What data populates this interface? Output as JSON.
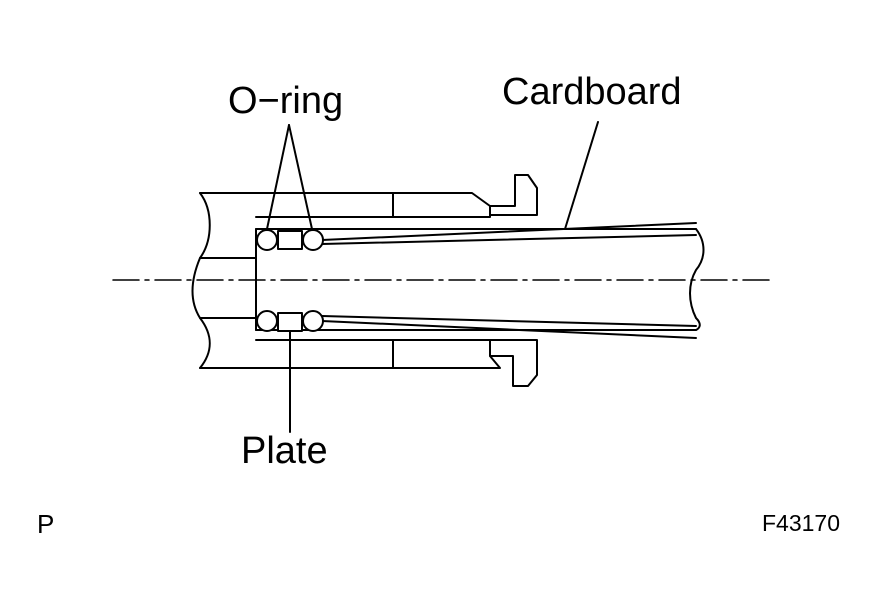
{
  "labels": {
    "o_ring": "O−ring",
    "cardboard": "Cardboard",
    "plate": "Plate",
    "corner_mark": "P",
    "figure_id": "F43170"
  },
  "colors": {
    "line": "#000000",
    "background": "#ffffff"
  }
}
